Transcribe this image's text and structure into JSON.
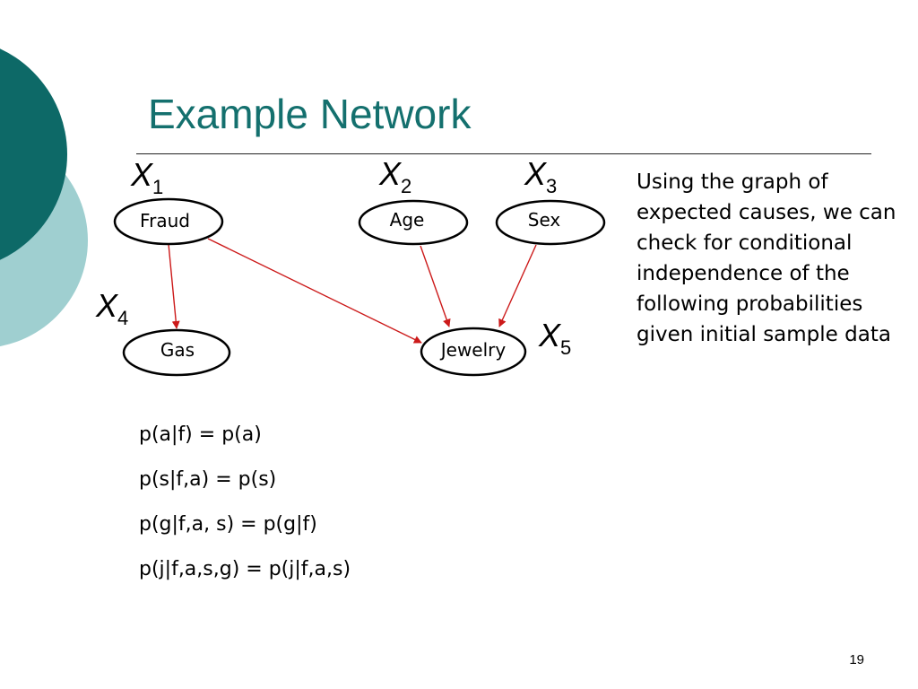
{
  "slide": {
    "title": "Example Network",
    "number": "19"
  },
  "colors": {
    "title": "#14706e",
    "circle_dark": "#0d6967",
    "circle_light": "#9fcfd0",
    "edge": "#cc1a1a"
  },
  "diagram": {
    "nodes": [
      {
        "id": "fraud",
        "label": "Fraud"
      },
      {
        "id": "age",
        "label": "Age"
      },
      {
        "id": "sex",
        "label": "Sex"
      },
      {
        "id": "gas",
        "label": "Gas"
      },
      {
        "id": "jewelry",
        "label": "Jewelry"
      }
    ],
    "variables": [
      {
        "letter": "X",
        "subscript": "1"
      },
      {
        "letter": "X",
        "subscript": "2"
      },
      {
        "letter": "X",
        "subscript": "3"
      },
      {
        "letter": "X",
        "subscript": "4"
      },
      {
        "letter": "X",
        "subscript": "5"
      }
    ],
    "edges": [
      {
        "from": "fraud",
        "to": "gas"
      },
      {
        "from": "fraud",
        "to": "jewelry"
      },
      {
        "from": "age",
        "to": "jewelry"
      },
      {
        "from": "sex",
        "to": "jewelry"
      }
    ]
  },
  "side_text": "Using the graph of expected causes, we can check for conditional independence of the following probabilities given initial sample data",
  "equations": [
    "p(a|f) = p(a)",
    "p(s|f,a) = p(s)",
    "p(g|f,a, s) = p(g|f)",
    "p(j|f,a,s,g) = p(j|f,a,s)"
  ]
}
